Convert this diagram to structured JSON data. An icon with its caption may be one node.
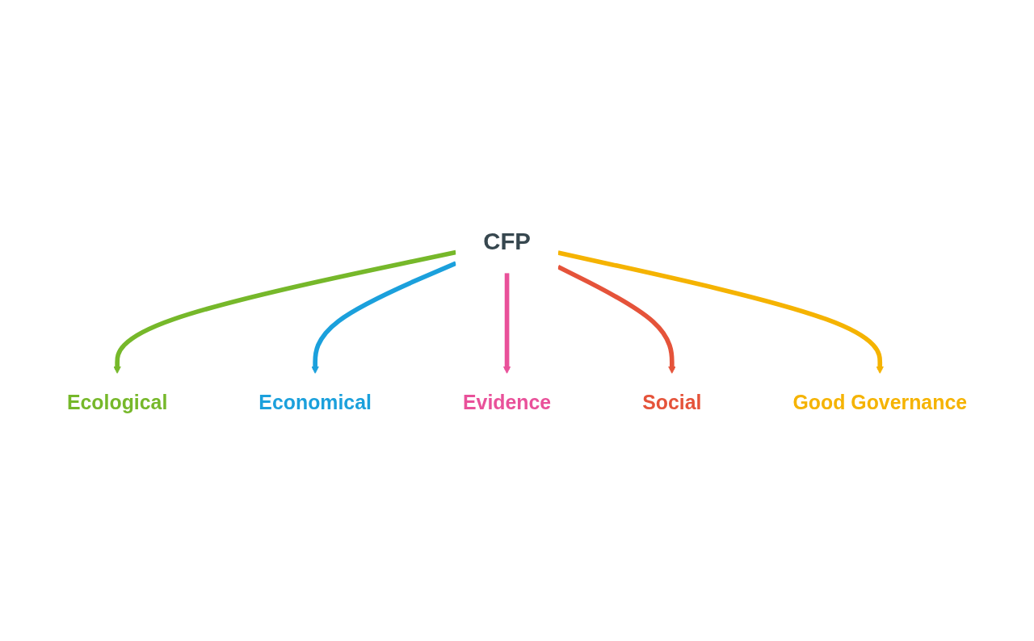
{
  "diagram": {
    "nodes": [
      {
        "text": [
          "CFP"
        ]
      },
      {
        "text": [
          "Ecological"
        ]
      },
      {
        "text": [
          "Economical"
        ]
      },
      {
        "text": [
          "Evidence"
        ]
      },
      {
        "text": [
          "Social"
        ]
      },
      {
        "text": [
          "Good Governance"
        ]
      }
    ],
    "edges": [
      {
        "from": 0,
        "to": 1,
        "arrow": "to",
        "color": "#76b82a"
      },
      {
        "from": 0,
        "to": 2,
        "arrow": "to",
        "color": "#1ba0dc"
      },
      {
        "from": 0,
        "to": 3,
        "arrow": "to",
        "color": "#e9519a"
      },
      {
        "from": 0,
        "to": 4,
        "arrow": "to",
        "color": "#e5533a"
      },
      {
        "from": 0,
        "to": 5,
        "arrow": "to",
        "color": "#f5b301"
      }
    ]
  }
}
